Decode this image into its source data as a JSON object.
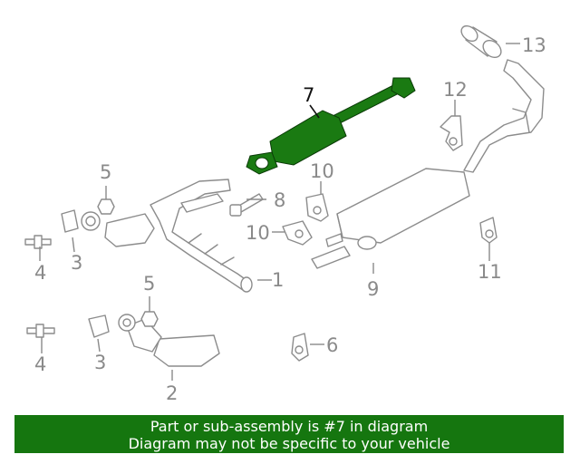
{
  "callouts": {
    "c1": "1",
    "c2": "2",
    "c3a": "3",
    "c3b": "3",
    "c4a": "4",
    "c4b": "4",
    "c5a": "5",
    "c5b": "5",
    "c6": "6",
    "c7": "7",
    "c8": "8",
    "c9": "9",
    "c10a": "10",
    "c10b": "10",
    "c11": "11",
    "c12": "12",
    "c13": "13"
  },
  "highlight": {
    "part_number": "7",
    "color": "#1a7a12"
  },
  "banner": {
    "line1": "Part or sub-assembly is #7 in diagram",
    "line2": "Diagram may not be specific to your vehicle",
    "background": "#15760f",
    "text_color": "#ffffff"
  }
}
